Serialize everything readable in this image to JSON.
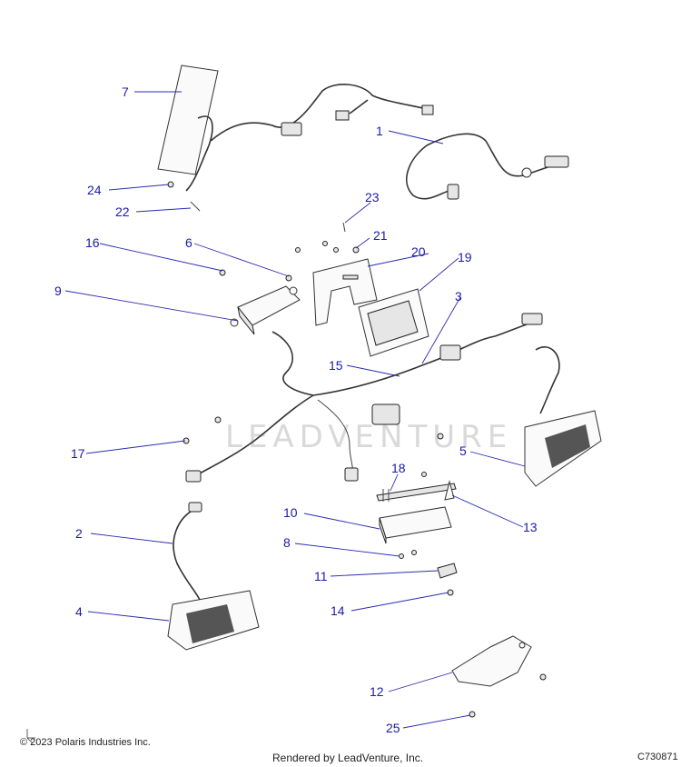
{
  "callouts": [
    "1",
    "2",
    "3",
    "4",
    "5",
    "6",
    "7",
    "8",
    "9",
    "10",
    "11",
    "12",
    "13",
    "14",
    "15",
    "16",
    "17",
    "18",
    "19",
    "20",
    "21",
    "22",
    "23",
    "24",
    "25"
  ],
  "watermark": "LEADVENTURE",
  "footer": {
    "copyright": "© 2023 Polaris Industries Inc.",
    "rendered_by": "Rendered by LeadVenture, Inc.",
    "diagram_code": "C730871"
  },
  "colors": {
    "callout": "#1a1aa8",
    "line": "#333333"
  }
}
